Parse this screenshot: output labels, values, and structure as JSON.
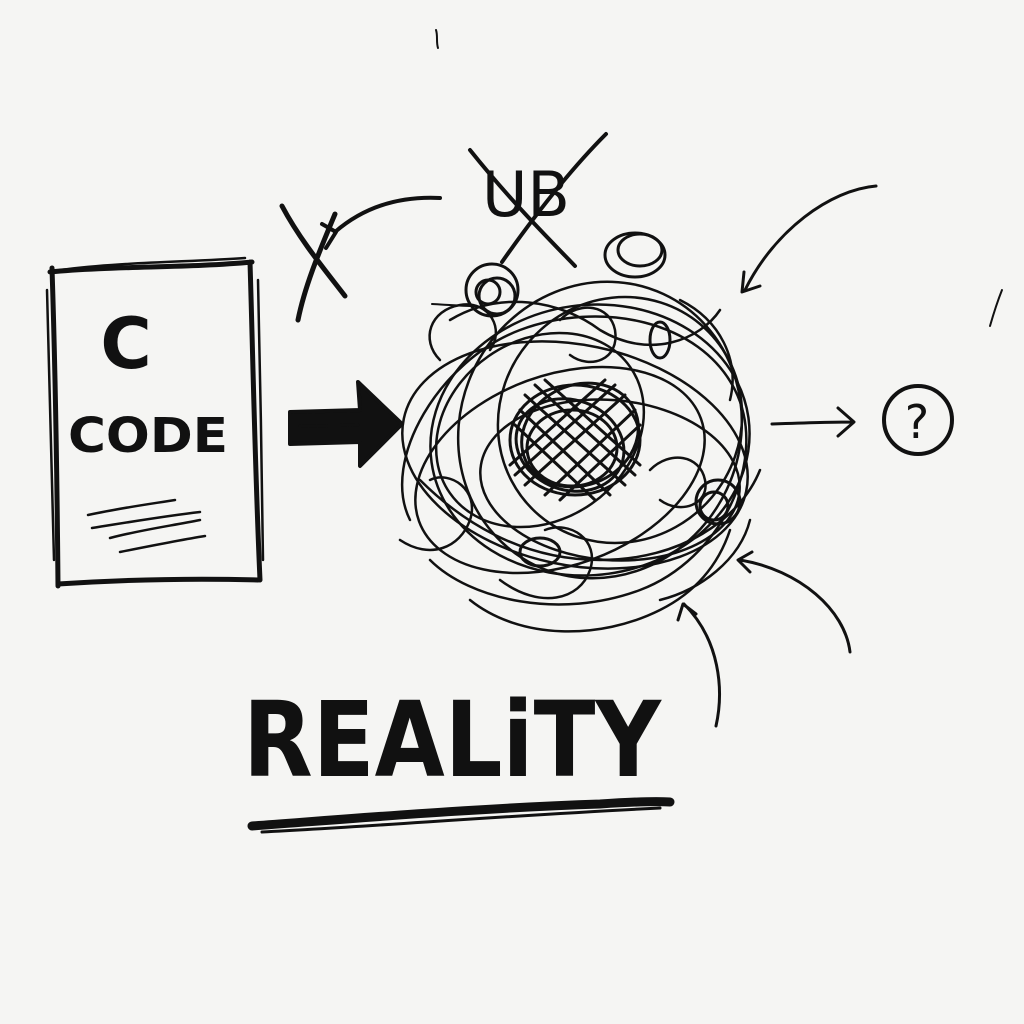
{
  "diagram": {
    "code_box": {
      "letter": "C",
      "word": "CODE"
    },
    "crossed_label": "UB",
    "outcome_mark": "?",
    "caption": "REALiTY",
    "colors": {
      "paper": "#f5f5f3",
      "ink": "#111111"
    },
    "icons": {
      "arrow": "arrow-right-icon",
      "question": "question-circle-icon"
    }
  }
}
